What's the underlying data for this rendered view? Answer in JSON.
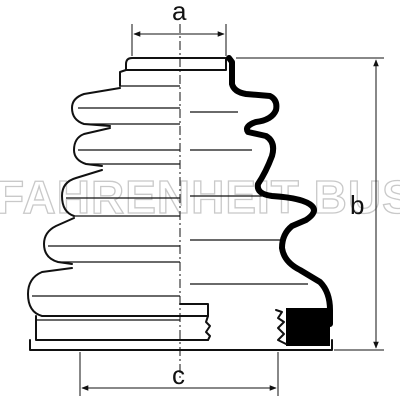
{
  "diagram": {
    "dimension_labels": {
      "a": "a",
      "b": "b",
      "c": "c"
    },
    "watermark": "FAHRENHEIT BUSS",
    "colors": {
      "line": "#111111",
      "section_fill": "#000000",
      "background": "#ffffff",
      "watermark": "#c9c9c9"
    }
  }
}
